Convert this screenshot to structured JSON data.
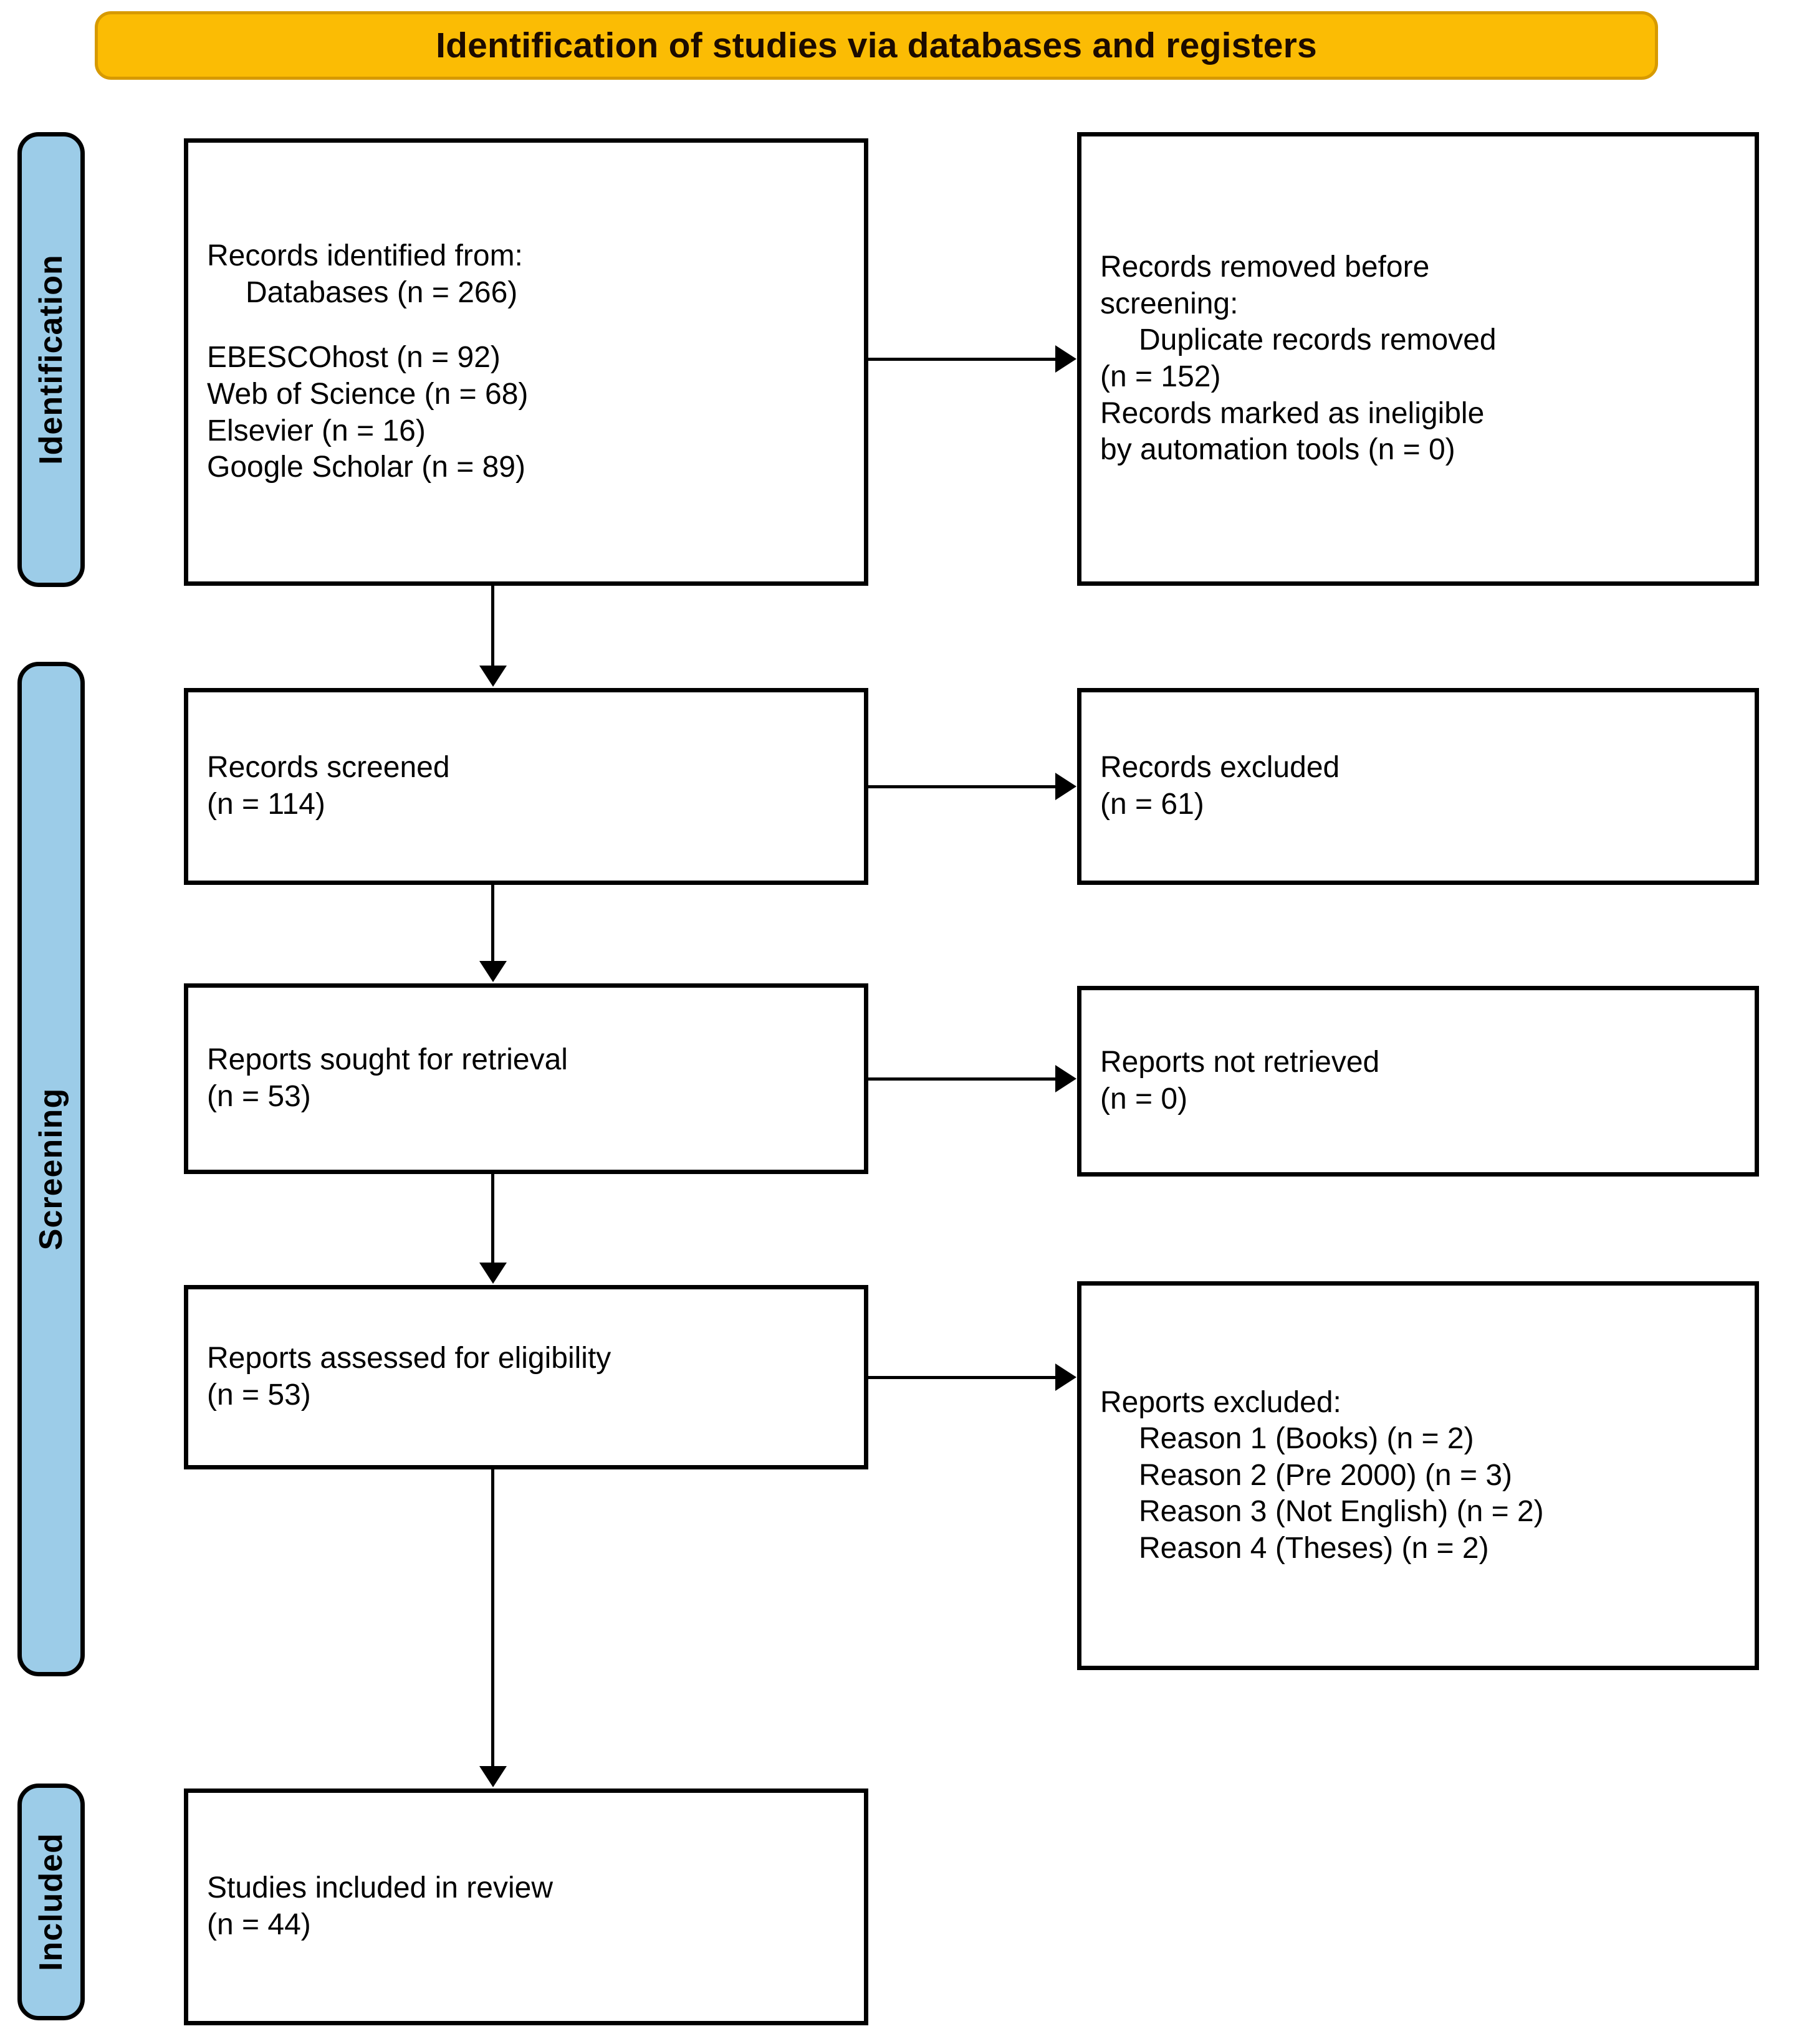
{
  "header": {
    "title": "Identification of studies via databases and registers",
    "band_color": "#FBBC04",
    "text_color": "#1C0B00"
  },
  "stages": {
    "identification": {
      "label": "Identification",
      "color": "#9CCCE8"
    },
    "screening": {
      "label": "Screening",
      "color": "#9CCCE8"
    },
    "included": {
      "label": "Included",
      "color": "#9CCCE8"
    }
  },
  "boxes": {
    "identified": {
      "heading": "Records identified from:",
      "database_total": "Databases (n = 266)",
      "sources": [
        "EBESCOhost (n = 92)",
        "Web of Science (n = 68)",
        "Elsevier (n = 16)",
        "Google Scholar (n = 89)"
      ]
    },
    "removed_before_screening": {
      "line1_plain": "Records removed ",
      "line1_italic": "before",
      "line2_italic": "screening",
      "line2_colon": ":",
      "duplicates_line1": "Duplicate records removed",
      "duplicates_line2": "(n = 152)",
      "ineligible_line1": "Records marked as ineligible",
      "ineligible_line2": "by automation tools (n = 0)"
    },
    "records_screened": {
      "label": "Records screened",
      "count": "(n = 114)"
    },
    "records_excluded": {
      "label": "Records excluded",
      "count": "(n = 61)"
    },
    "reports_sought": {
      "label": "Reports sought for retrieval",
      "count": "(n = 53)"
    },
    "reports_not_retrieved": {
      "label": "Reports not retrieved",
      "count": "(n = 0)"
    },
    "reports_assessed": {
      "label": "Reports assessed for eligibility",
      "count": "(n = 53)"
    },
    "reports_excluded": {
      "heading": "Reports excluded:",
      "reasons": [
        "Reason 1 (Books) (n = 2)",
        "Reason 2 (Pre 2000) (n = 3)",
        "Reason 3 (Not English) (n = 2)",
        "Reason 4 (Theses) (n = 2)"
      ]
    },
    "studies_included": {
      "label": "Studies included in review",
      "count": "(n = 44)"
    }
  },
  "chart_data": {
    "type": "diagram",
    "title": "Identification of studies via databases and registers",
    "nodes": [
      {
        "id": "identified",
        "stage": "Identification",
        "column": "left",
        "records": 266,
        "breakdown": {
          "EBESCOhost": 92,
          "Web of Science": 68,
          "Elsevier": 16,
          "Google Scholar": 89
        }
      },
      {
        "id": "removed",
        "stage": "Identification",
        "column": "right",
        "duplicates_removed": 152,
        "marked_ineligible_by_automation": 0
      },
      {
        "id": "screened",
        "stage": "Screening",
        "column": "left",
        "records": 114
      },
      {
        "id": "excluded",
        "stage": "Screening",
        "column": "right",
        "records": 61
      },
      {
        "id": "sought",
        "stage": "Screening",
        "column": "left",
        "records": 53
      },
      {
        "id": "notretrieved",
        "stage": "Screening",
        "column": "right",
        "records": 0
      },
      {
        "id": "assessed",
        "stage": "Screening",
        "column": "left",
        "records": 53
      },
      {
        "id": "reportsexcl",
        "stage": "Screening",
        "column": "right",
        "reasons": {
          "Books": 2,
          "Pre 2000": 3,
          "Not English": 2,
          "Theses": 2
        }
      },
      {
        "id": "included",
        "stage": "Included",
        "column": "left",
        "records": 44
      }
    ],
    "edges": [
      {
        "from": "identified",
        "to": "removed",
        "direction": "right"
      },
      {
        "from": "identified",
        "to": "screened",
        "direction": "down"
      },
      {
        "from": "screened",
        "to": "excluded",
        "direction": "right"
      },
      {
        "from": "screened",
        "to": "sought",
        "direction": "down"
      },
      {
        "from": "sought",
        "to": "notretrieved",
        "direction": "right"
      },
      {
        "from": "sought",
        "to": "assessed",
        "direction": "down"
      },
      {
        "from": "assessed",
        "to": "reportsexcl",
        "direction": "right"
      },
      {
        "from": "assessed",
        "to": "included",
        "direction": "down"
      }
    ]
  }
}
